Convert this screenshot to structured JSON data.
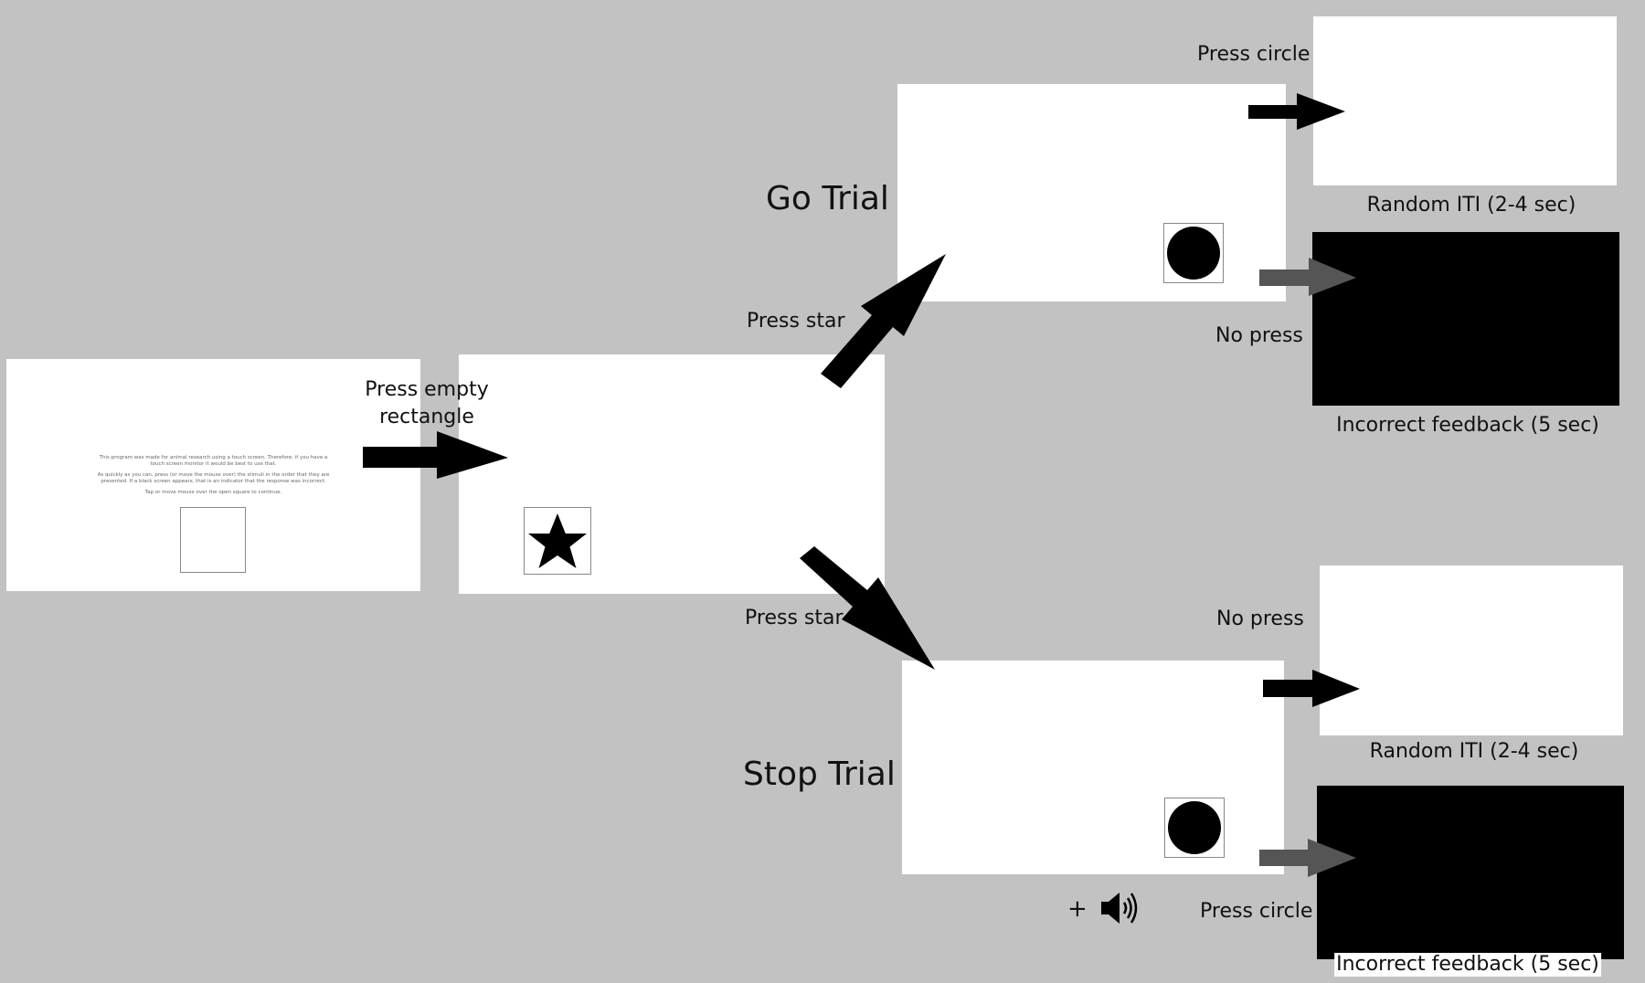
{
  "start_screen": {
    "instructions": [
      "This program was made for animal research using a touch screen. Therefore, if you have a",
      "touch screen monitor it would be best to use that.",
      "As quickly as you can, press (or move the mouse over) the stimuli in the order that they are",
      "presented. If a black screen appears, that is an indicator that the response was incorrect.",
      "Tap or move mouse over the open square to continue."
    ]
  },
  "labels": {
    "press_empty_rectangle": "Press empty rectangle",
    "press_star_go": "Press star",
    "press_star_stop": "Press star",
    "go_trial": "Go Trial",
    "stop_trial": "Stop Trial",
    "go_press_circle": "Press circle",
    "go_no_press": "No press",
    "go_random_iti": "Random ITI (2-4 sec)",
    "go_incorrect_feedback": "Incorrect feedback (5 sec)",
    "stop_no_press": "No press",
    "stop_press_circle": "Press circle",
    "stop_random_iti": "Random ITI (2-4 sec)",
    "stop_incorrect_feedback": "Incorrect feedback (5 sec)",
    "plus": "+"
  },
  "icons": {
    "star": "star-icon",
    "circle": "circle-icon",
    "speaker": "speaker-icon",
    "empty_square": "empty-square-icon"
  },
  "colors": {
    "background": "#c2c2c2",
    "screen": "#ffffff",
    "feedback_screen": "#000000",
    "arrow_primary": "#000000",
    "arrow_secondary": "#555555"
  }
}
